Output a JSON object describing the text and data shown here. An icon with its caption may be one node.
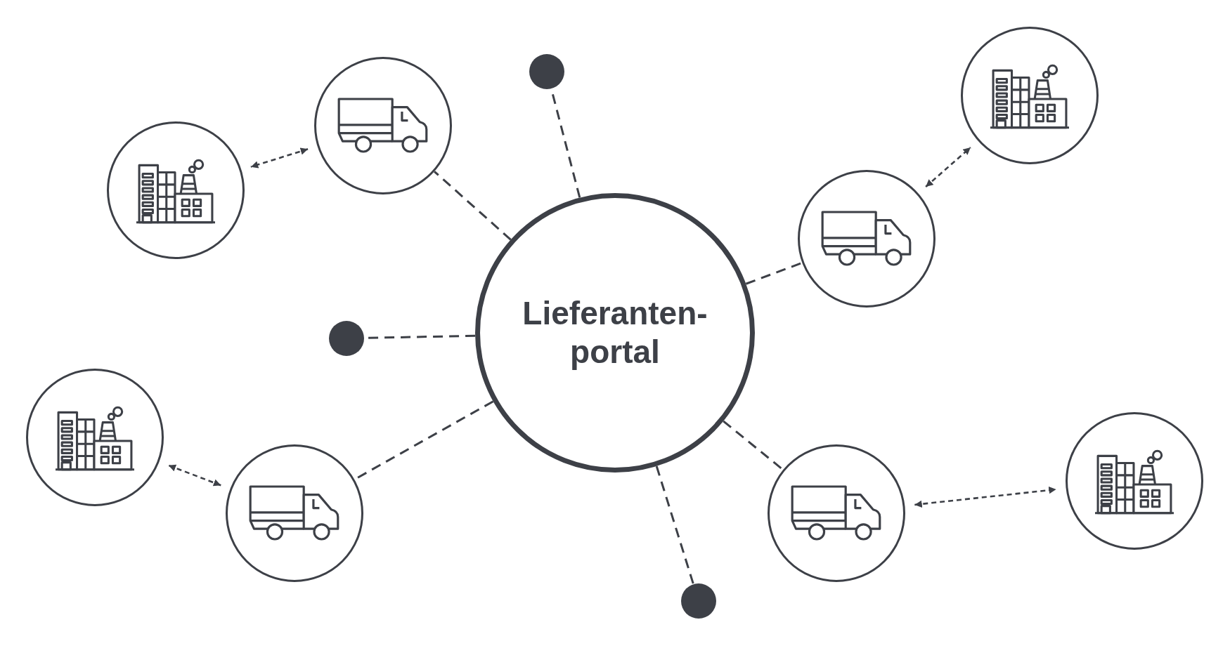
{
  "diagram": {
    "nodes": [
      {
        "text": [
          "Lieferanten- portal"
        ]
      },
      {
        "text": [],
        "shape": "truck"
      },
      {
        "text": [],
        "shape": "truck"
      },
      {
        "text": [],
        "shape": "truck"
      },
      {
        "text": [],
        "shape": "truck"
      },
      {
        "text": [],
        "shape": "factory"
      },
      {
        "text": [],
        "shape": "factory"
      },
      {
        "text": [],
        "shape": "factory"
      },
      {
        "text": [],
        "shape": "factory"
      },
      {
        "text": [],
        "shape": "circle"
      },
      {
        "text": [],
        "shape": "circle"
      },
      {
        "text": [],
        "shape": "circle"
      }
    ],
    "edges": [
      {
        "from": 0,
        "to": 1,
        "arrow": "none",
        "style": "dashed"
      },
      {
        "from": 0,
        "to": 2,
        "arrow": "none",
        "style": "dashed"
      },
      {
        "from": 0,
        "to": 3,
        "arrow": "none",
        "style": "dashed"
      },
      {
        "from": 0,
        "to": 4,
        "arrow": "none",
        "style": "dashed"
      },
      {
        "from": 0,
        "to": 9,
        "arrow": "none",
        "style": "dashed"
      },
      {
        "from": 0,
        "to": 10,
        "arrow": "none",
        "style": "dashed"
      },
      {
        "from": 0,
        "to": 11,
        "arrow": "none",
        "style": "dashed"
      },
      {
        "from": 1,
        "to": 5,
        "arrow": "both",
        "style": "dashed"
      },
      {
        "from": 2,
        "to": 6,
        "arrow": "both",
        "style": "dashed"
      },
      {
        "from": 3,
        "to": 7,
        "arrow": "both",
        "style": "dashed"
      },
      {
        "from": 4,
        "to": 8,
        "arrow": "both",
        "style": "dashed"
      }
    ]
  }
}
